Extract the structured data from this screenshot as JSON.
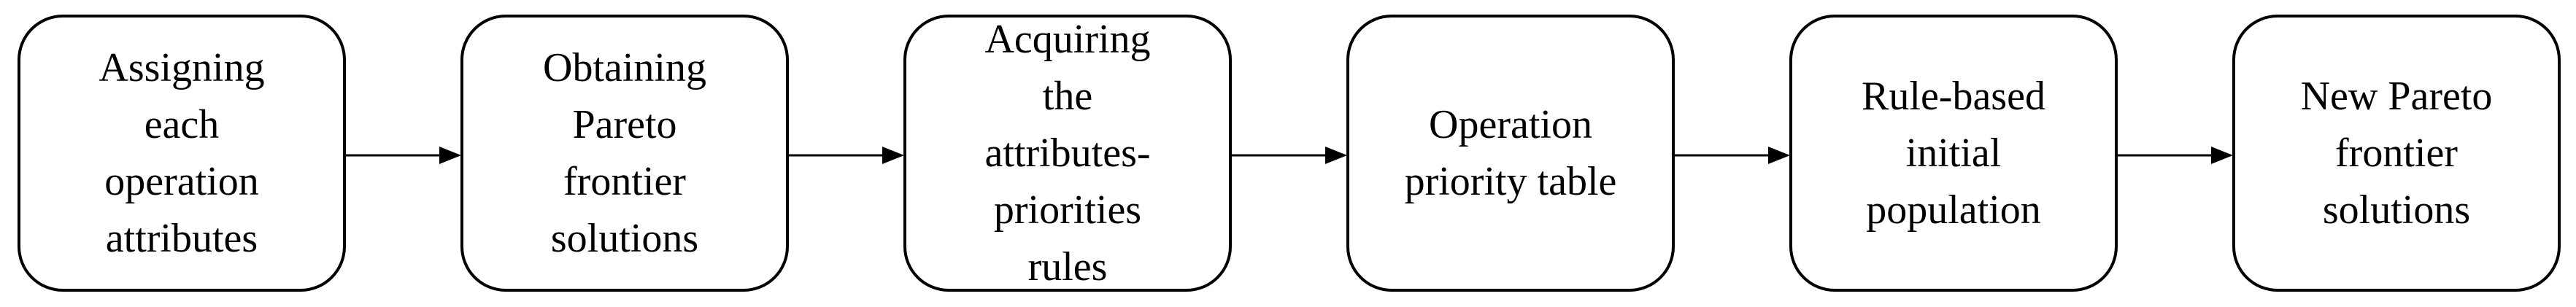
{
  "steps": [
    {
      "lines": [
        "Assigning",
        "each",
        "operation",
        "attributes"
      ]
    },
    {
      "lines": [
        "Obtaining",
        "Pareto",
        "frontier",
        "solutions"
      ]
    },
    {
      "lines": [
        "Acquiring",
        "the",
        "attributes-",
        "priorities",
        "rules"
      ]
    },
    {
      "lines": [
        "Operation",
        "priority table"
      ]
    },
    {
      "lines": [
        "Rule-based",
        "initial",
        "population"
      ]
    },
    {
      "lines": [
        "New Pareto",
        "frontier",
        "solutions"
      ]
    }
  ],
  "colors": {
    "stroke": "#000000",
    "background": "#ffffff"
  }
}
